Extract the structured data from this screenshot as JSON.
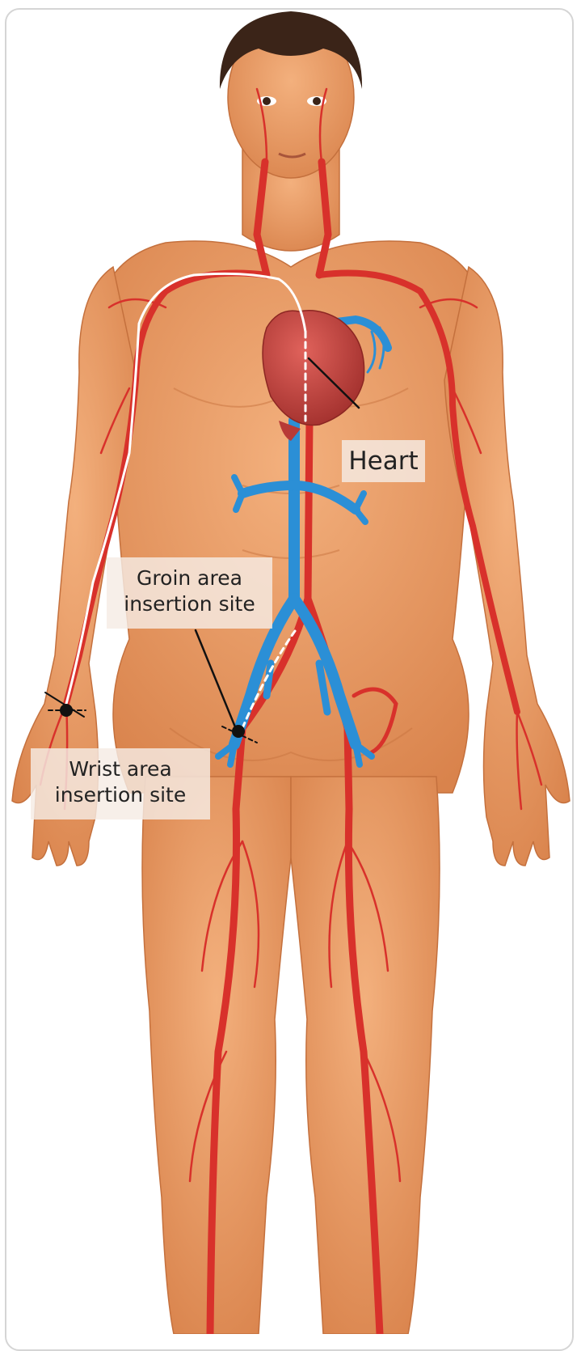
{
  "labels": {
    "heart": "Heart",
    "groin_line1": "Groin area",
    "groin_line2": "insertion site",
    "wrist_line1": "Wrist area",
    "wrist_line2": "insertion site"
  },
  "colors": {
    "skin": "#e79a63",
    "skin_shadow": "#c8733f",
    "artery": "#d8312b",
    "vein": "#2b8fd6",
    "heart": "#c2403c",
    "hair": "#3b2418",
    "catheter": "#ffffff",
    "label_bg": "#f5ece4"
  }
}
